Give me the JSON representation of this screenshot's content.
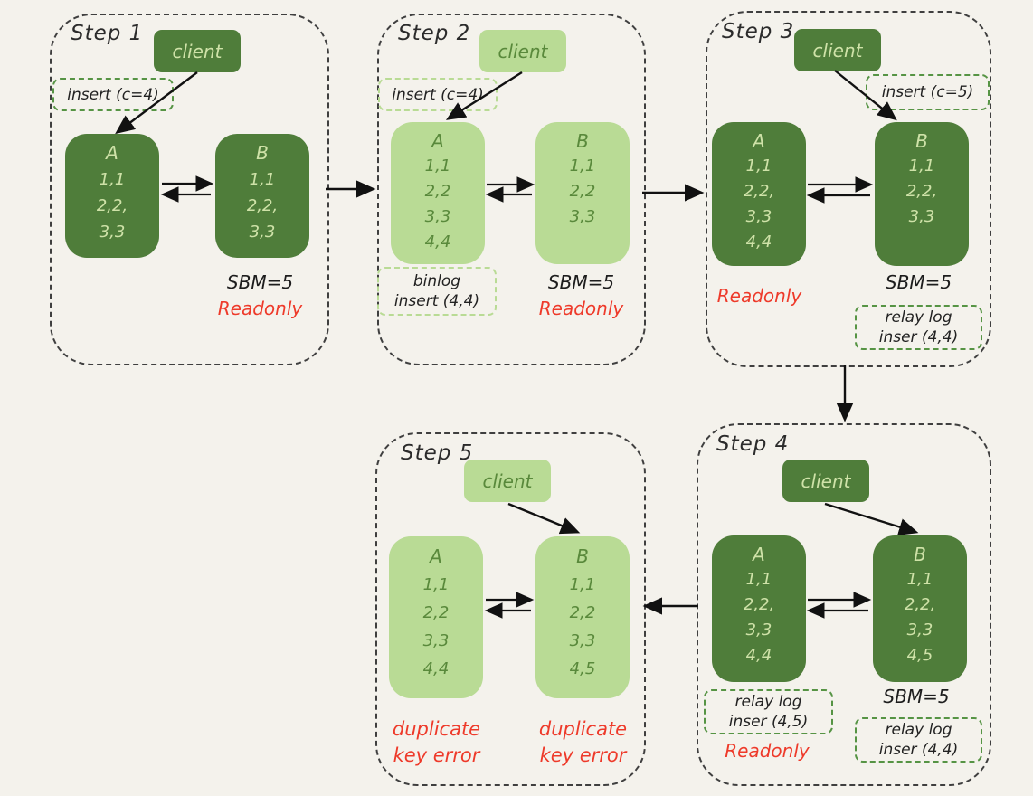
{
  "colors": {
    "background": "#f4f2ec",
    "dark_green": "#4f7d3a",
    "light_green": "#b9db95",
    "text_on_dark": "#cfe2a8",
    "text_on_light": "#59893b",
    "note_border_medium": "#569444",
    "note_border_pale": "#b9db95",
    "ink": "#1d1d1d",
    "red": "#ee3a2a"
  },
  "steps": [
    {
      "label": "Step 1",
      "client_label": "client",
      "note": "insert (c=4)",
      "node_a": {
        "title": "A",
        "rows": [
          "1,1",
          "2,2,",
          "3,3"
        ]
      },
      "node_b": {
        "title": "B",
        "rows": [
          "1,1",
          "2,2,",
          "3,3"
        ]
      },
      "sbm_label": "SBM=5",
      "readonly_label": "Readonly"
    },
    {
      "label": "Step 2",
      "client_label": "client",
      "note": "insert (c=4)",
      "node_a": {
        "title": "A",
        "rows": [
          "1,1",
          "2,2",
          "3,3",
          "4,4"
        ]
      },
      "node_b": {
        "title": "B",
        "rows": [
          "1,1",
          "2,2",
          "3,3"
        ]
      },
      "binlog_note": [
        "binlog",
        "insert (4,4)"
      ],
      "sbm_label": "SBM=5",
      "readonly_label": "Readonly"
    },
    {
      "label": "Step 3",
      "client_label": "client",
      "note": "insert (c=5)",
      "node_a": {
        "title": "A",
        "rows": [
          "1,1",
          "2,2,",
          "3,3",
          "4,4"
        ]
      },
      "node_b": {
        "title": "B",
        "rows": [
          "1,1",
          "2,2,",
          "3,3"
        ]
      },
      "readonly_label": "Readonly",
      "sbm_label": "SBM=5",
      "relay_note_b": [
        "relay log",
        "inser (4,4)"
      ]
    },
    {
      "label": "Step 4",
      "client_label": "client",
      "node_a": {
        "title": "A",
        "rows": [
          "1,1",
          "2,2,",
          "3,3",
          "4,4"
        ]
      },
      "node_b": {
        "title": "B",
        "rows": [
          "1,1",
          "2,2,",
          "3,3",
          "4,5"
        ]
      },
      "relay_note_a": [
        "relay log",
        "inser (4,5)"
      ],
      "readonly_label": "Readonly",
      "sbm_label": "SBM=5",
      "relay_note_b": [
        "relay log",
        "inser (4,4)"
      ]
    },
    {
      "label": "Step 5",
      "client_label": "client",
      "node_a": {
        "title": "A",
        "rows": [
          "1,1",
          "2,2",
          "3,3",
          "4,4"
        ]
      },
      "node_b": {
        "title": "B",
        "rows": [
          "1,1",
          "2,2",
          "3,3",
          "4,5"
        ]
      },
      "error_a": [
        "duplicate",
        "key error"
      ],
      "error_b": [
        "duplicate",
        "key error"
      ]
    }
  ]
}
